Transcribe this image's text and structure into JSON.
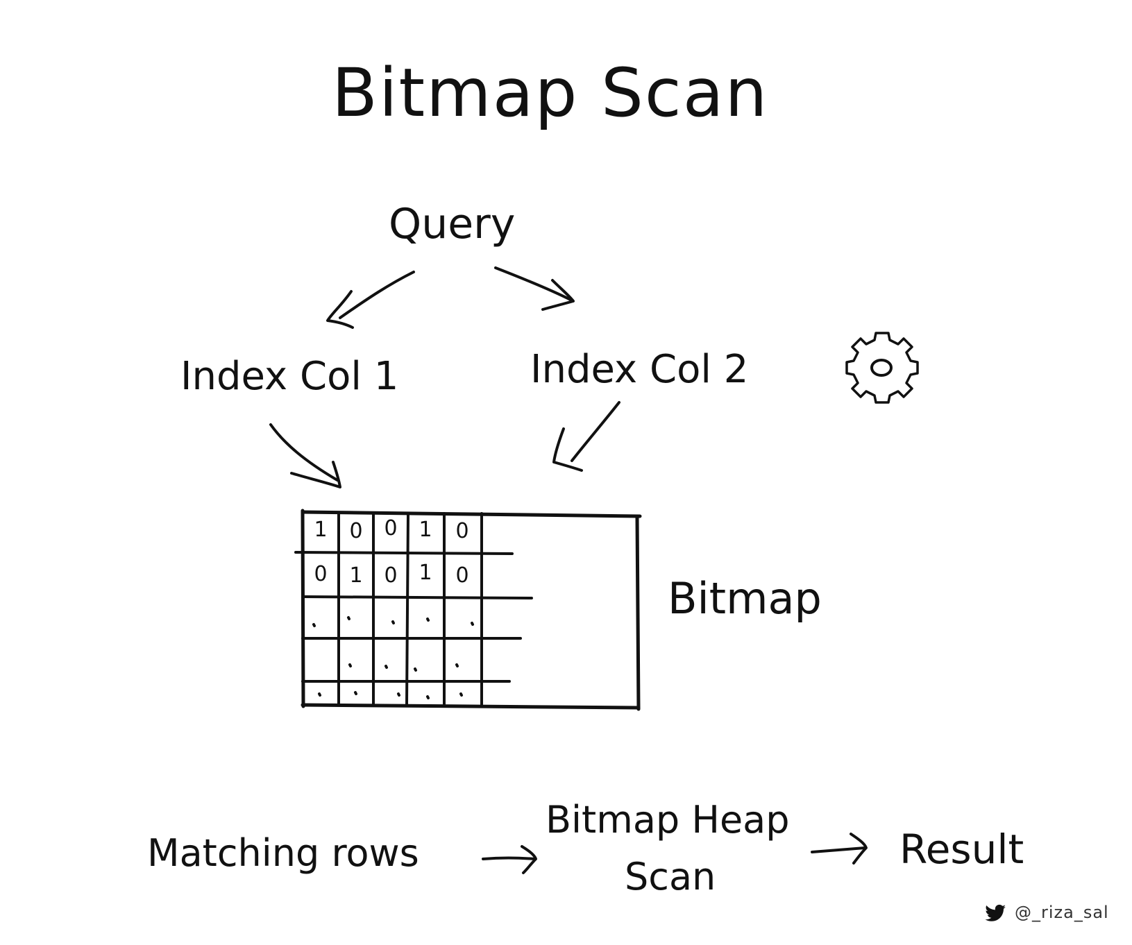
{
  "title": "Bitmap Scan",
  "nodes": {
    "query": "Query",
    "index_col_1": "Index Col 1",
    "index_col_2": "Index Col 2",
    "bitmap": "Bitmap",
    "matching_rows": "Matching rows",
    "bitmap_heap_scan_line1": "Bitmap Heap",
    "bitmap_heap_scan_line2": "Scan",
    "result": "Result"
  },
  "bitmap_grid": {
    "row1": [
      "1",
      "0",
      "0",
      "1",
      "0"
    ],
    "row2": [
      "0",
      "1",
      "0",
      "1",
      "0"
    ]
  },
  "icons": [
    "gear-icon",
    "twitter-bird-icon"
  ],
  "credit": "@_riza_sal"
}
